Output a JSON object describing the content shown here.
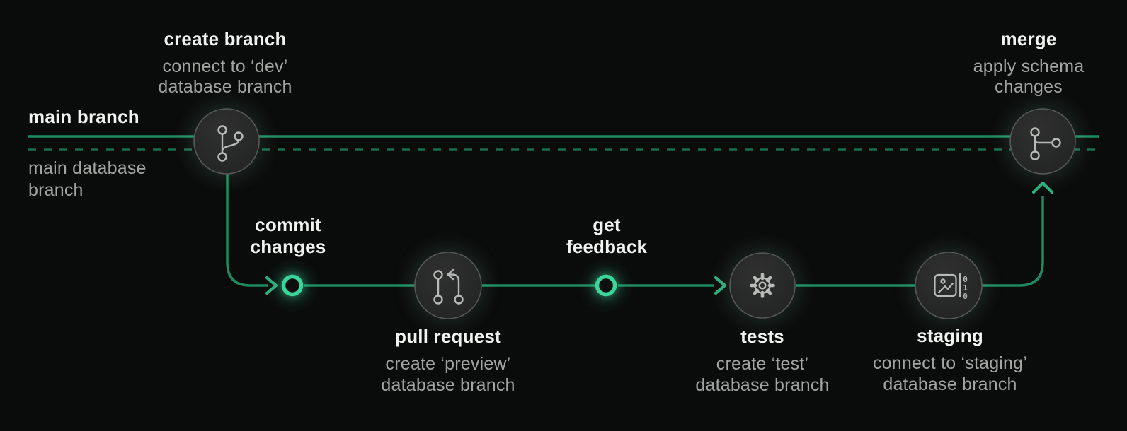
{
  "diagram": {
    "lanes": {
      "main_branch_label": "main branch",
      "main_database_label_lines": [
        "main database",
        "branch"
      ]
    },
    "steps": {
      "create_branch": {
        "title": "create branch",
        "subtitle_lines": [
          "connect to ‘dev’",
          "database branch"
        ],
        "icon": "git-branch-icon"
      },
      "commit_changes": {
        "title_lines": [
          "commit",
          "changes"
        ]
      },
      "pull_request": {
        "title": "pull request",
        "subtitle_lines": [
          "create ‘preview’",
          "database branch"
        ],
        "icon": "git-pull-request-icon"
      },
      "get_feedback": {
        "title_lines": [
          "get",
          "feedback"
        ]
      },
      "tests": {
        "title": "tests",
        "subtitle_lines": [
          "create ‘test’",
          "database branch"
        ],
        "icon": "gear-icon"
      },
      "staging": {
        "title": "staging",
        "subtitle_lines": [
          "connect to ‘staging’",
          "database branch"
        ],
        "icon": "staging-data-icon"
      },
      "merge": {
        "title": "merge",
        "subtitle_lines": [
          "apply schema",
          "changes"
        ],
        "icon": "git-merge-icon"
      }
    },
    "staging_icon_bits": [
      "0",
      "1",
      "0"
    ],
    "colors": {
      "background": "#0a0b0b",
      "main_line_green": "#1d8b60",
      "dashed_line_green": "#186f4d",
      "accent_ring_green": "#3dd49c",
      "arrow_green": "#2fae7e",
      "node_fill": "#272827",
      "node_border": "#565856",
      "icon_stroke": "#b7bab7",
      "title_text": "#f1f3f1",
      "subtitle_text": "#a1a5a2"
    }
  }
}
